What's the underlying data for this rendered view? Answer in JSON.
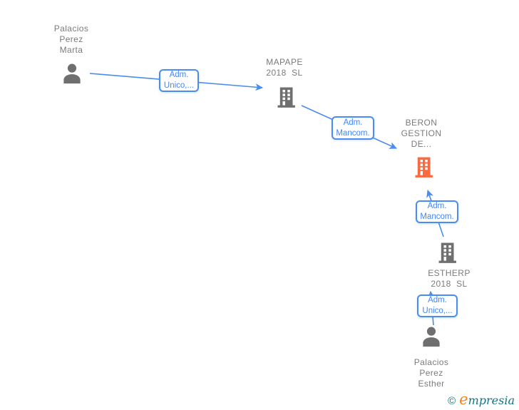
{
  "diagram": {
    "nodes": {
      "marta": {
        "type": "person",
        "label": "Palacios\nPerez\nMarta"
      },
      "mapape": {
        "type": "company",
        "label": "MAPAPE\n2018  SL"
      },
      "beron": {
        "type": "company",
        "label": "BERON\nGESTION\nDE...",
        "highlighted": true
      },
      "estherp": {
        "type": "company",
        "label": "ESTHERP\n2018  SL"
      },
      "esther": {
        "type": "person",
        "label": "Palacios\nPerez\nEsther"
      }
    },
    "edges": [
      {
        "from": "marta",
        "to": "mapape",
        "label": "Adm.\nUnico,..."
      },
      {
        "from": "mapape",
        "to": "beron",
        "label": "Adm.\nMancom."
      },
      {
        "from": "estherp",
        "to": "beron",
        "label": "Adm.\nMancom."
      },
      {
        "from": "esther",
        "to": "estherp",
        "label": "Adm.\nUnico,..."
      }
    ],
    "colors": {
      "edge_blue": "#4a8cf0",
      "node_gray": "#6f6f6f",
      "label_gray": "#7b7b7b",
      "highlight_orange": "#fa6a3e"
    }
  },
  "footer": {
    "copyright": "©",
    "brand_initial": "e",
    "brand_rest": "mpresia",
    "teal": "#127584",
    "orange": "#f28321"
  }
}
